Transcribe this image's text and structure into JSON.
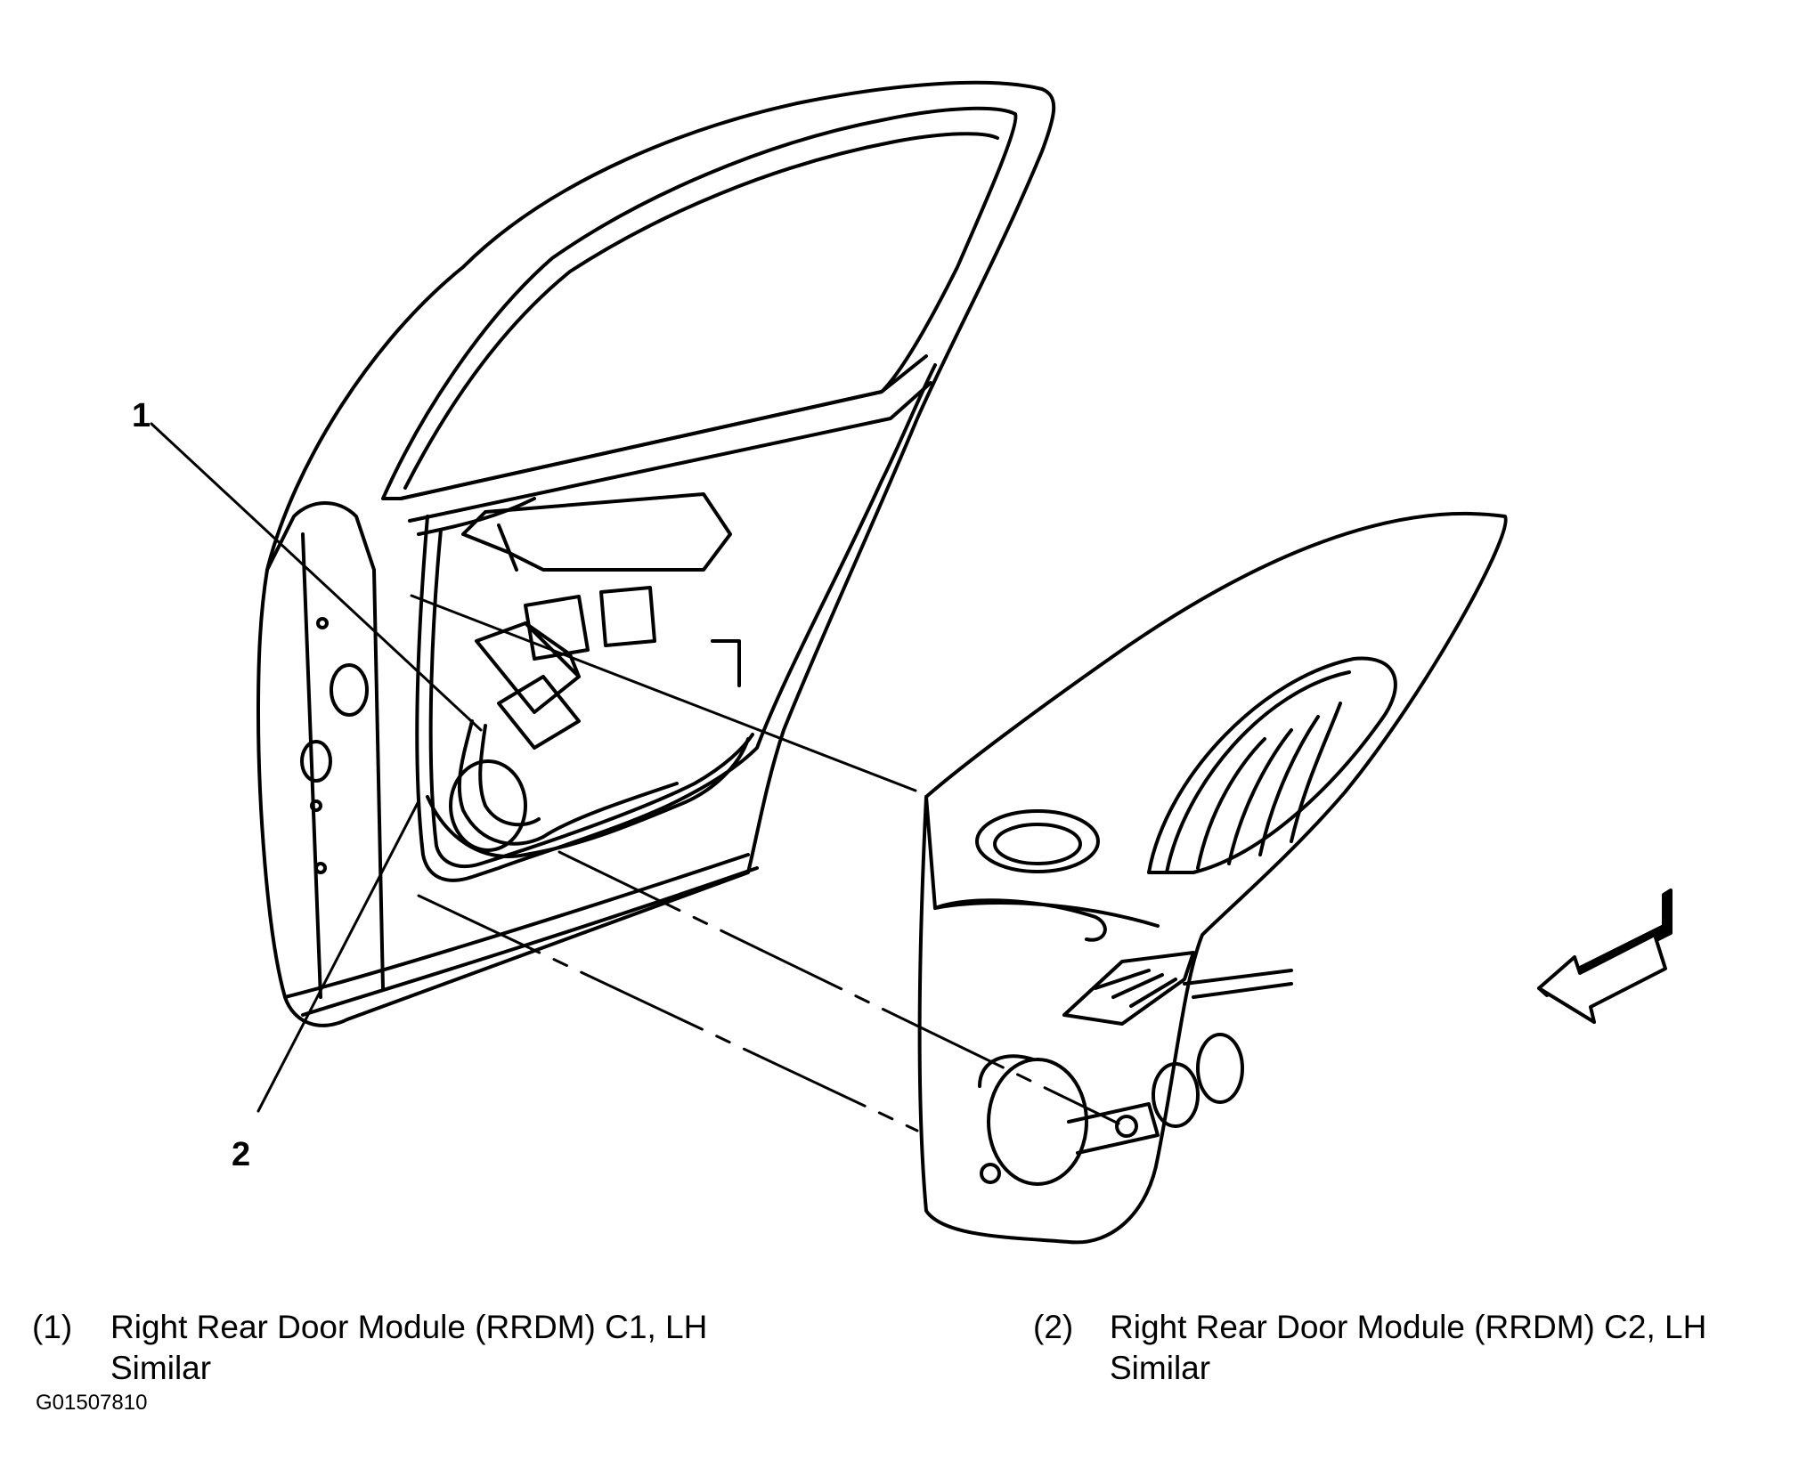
{
  "callouts": [
    {
      "number": "1"
    },
    {
      "number": "2"
    }
  ],
  "legend": [
    {
      "number": "(1)",
      "line1": "Right Rear Door Module (RRDM) C1, LH",
      "line2": "Similar"
    },
    {
      "number": "(2)",
      "line1": "Right Rear Door Module (RRDM) C2, LH",
      "line2": "Similar"
    }
  ],
  "figure_id": "G01507810",
  "direction_arrow": {
    "icon": "front-direction-arrow-icon"
  }
}
